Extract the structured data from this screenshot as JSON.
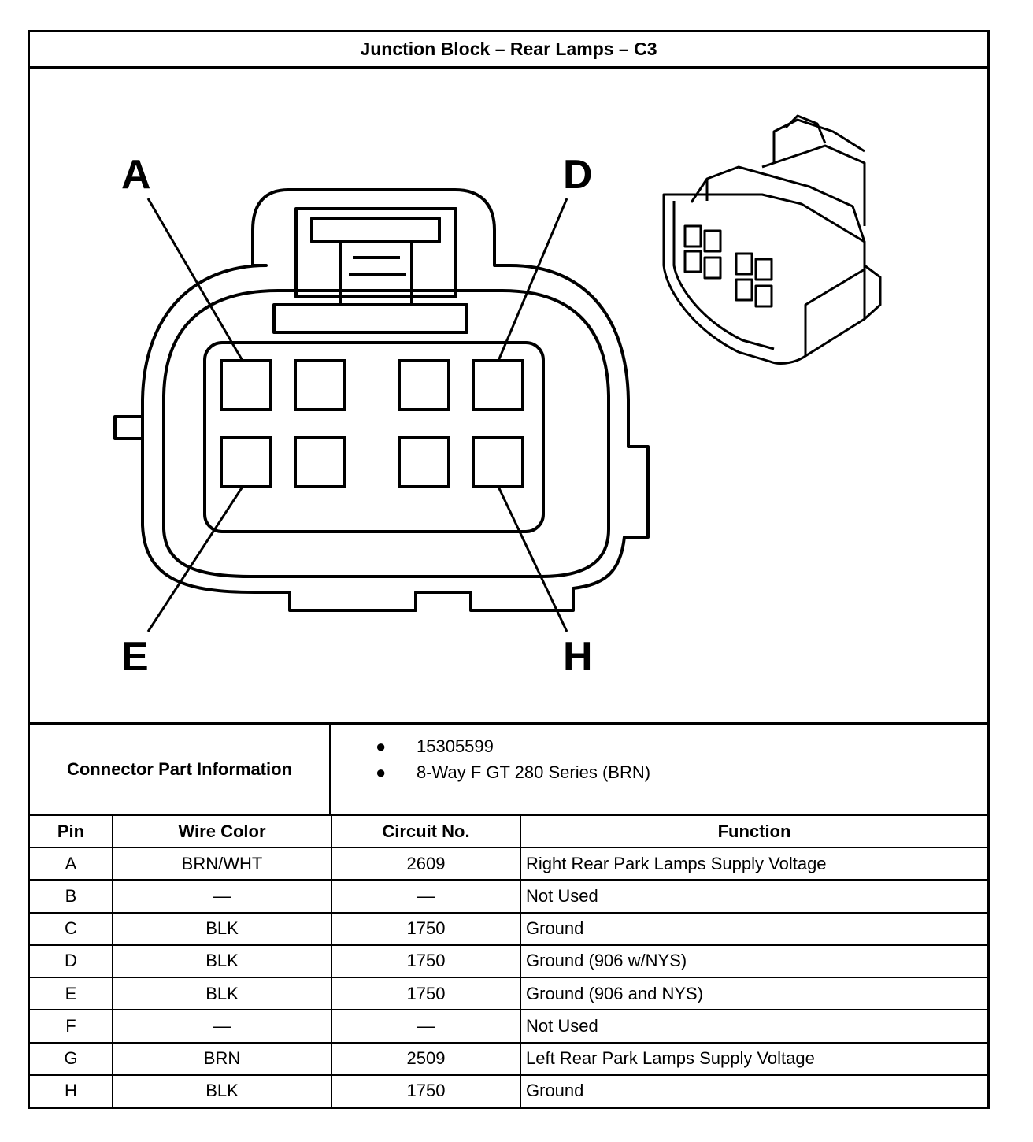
{
  "title": "Junction Block – Rear Lamps – C3",
  "diagram": {
    "pin_labels": {
      "a": "A",
      "d": "D",
      "e": "E",
      "h": "H"
    }
  },
  "connector_info": {
    "label": "Connector Part Information",
    "items": [
      "15305599",
      "8-Way F GT 280 Series (BRN)"
    ]
  },
  "pin_table": {
    "headers": {
      "pin": "Pin",
      "wire_color": "Wire Color",
      "circuit": "Circuit No.",
      "function": "Function"
    },
    "rows": [
      {
        "pin": "A",
        "wire_color": "BRN/WHT",
        "circuit": "2609",
        "function": "Right Rear Park Lamps Supply Voltage"
      },
      {
        "pin": "B",
        "wire_color": "—",
        "circuit": "—",
        "function": "Not Used"
      },
      {
        "pin": "C",
        "wire_color": "BLK",
        "circuit": "1750",
        "function": "Ground"
      },
      {
        "pin": "D",
        "wire_color": "BLK",
        "circuit": "1750",
        "function": "Ground (906 w/NYS)"
      },
      {
        "pin": "E",
        "wire_color": "BLK",
        "circuit": "1750",
        "function": "Ground (906 and NYS)"
      },
      {
        "pin": "F",
        "wire_color": "—",
        "circuit": "—",
        "function": "Not Used"
      },
      {
        "pin": "G",
        "wire_color": "BRN",
        "circuit": "2509",
        "function": "Left Rear Park Lamps Supply Voltage"
      },
      {
        "pin": "H",
        "wire_color": "BLK",
        "circuit": "1750",
        "function": "Ground"
      }
    ]
  }
}
